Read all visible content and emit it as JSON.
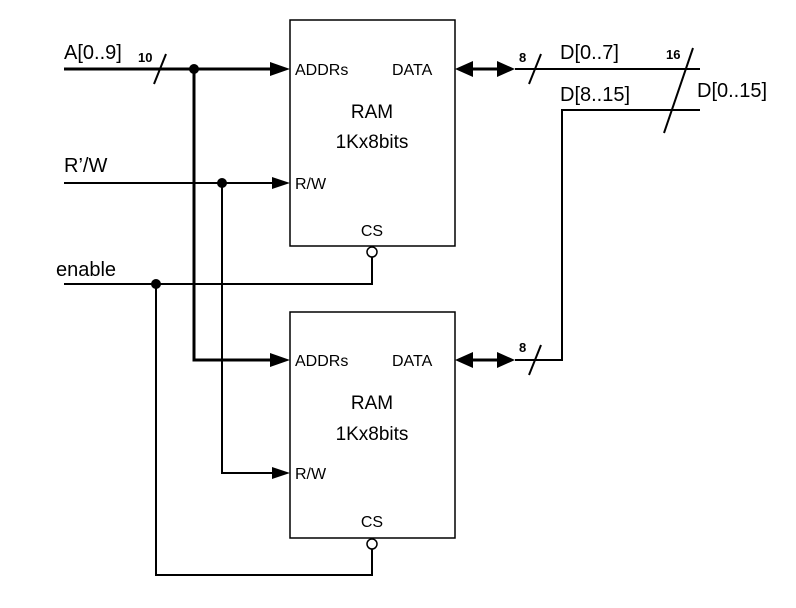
{
  "signals": {
    "address": "A[0..9]",
    "rw": "R’/W",
    "enable": "enable",
    "data_low": "D[0..7]",
    "data_high": "D[8..15]",
    "data_out": "D[0..15]"
  },
  "bus_widths": {
    "address": "10",
    "chip1_data": "8",
    "chip2_data": "8",
    "combined": "16"
  },
  "chips": [
    {
      "title": "RAM",
      "size": "1Kx8bits",
      "pins": {
        "addr": "ADDRs",
        "data": "DATA",
        "rw": "R/W",
        "cs": "CS"
      }
    },
    {
      "title": "RAM",
      "size": "1Kx8bits",
      "pins": {
        "addr": "ADDRs",
        "data": "DATA",
        "rw": "R/W",
        "cs": "CS"
      }
    }
  ]
}
